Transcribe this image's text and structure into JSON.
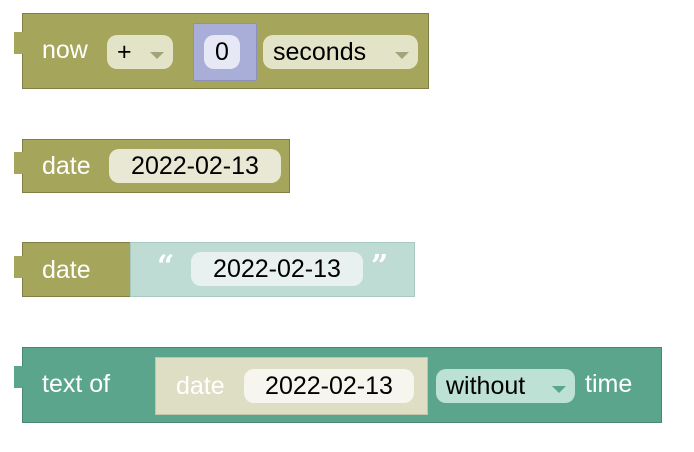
{
  "block_now": {
    "label": "now",
    "operator": "+",
    "amount": "0",
    "unit": "seconds"
  },
  "block_date_field": {
    "label": "date",
    "value": "2022-02-13"
  },
  "block_date_text": {
    "label": "date",
    "open_quote": "“",
    "value": "2022-02-13",
    "close_quote": "”"
  },
  "block_text_of": {
    "label": "text of",
    "inner_label": "date",
    "inner_value": "2022-02-13",
    "mode": "without",
    "suffix": "time"
  },
  "colors": {
    "datetime_block": "#a5a55b",
    "text_block": "#5ba58c",
    "string_block": "#bfdcd4",
    "math_block": "#a8aed8"
  },
  "icons": [
    "dropdown-caret-icon",
    "puzzle-tab-icon",
    "quote-icon"
  ]
}
